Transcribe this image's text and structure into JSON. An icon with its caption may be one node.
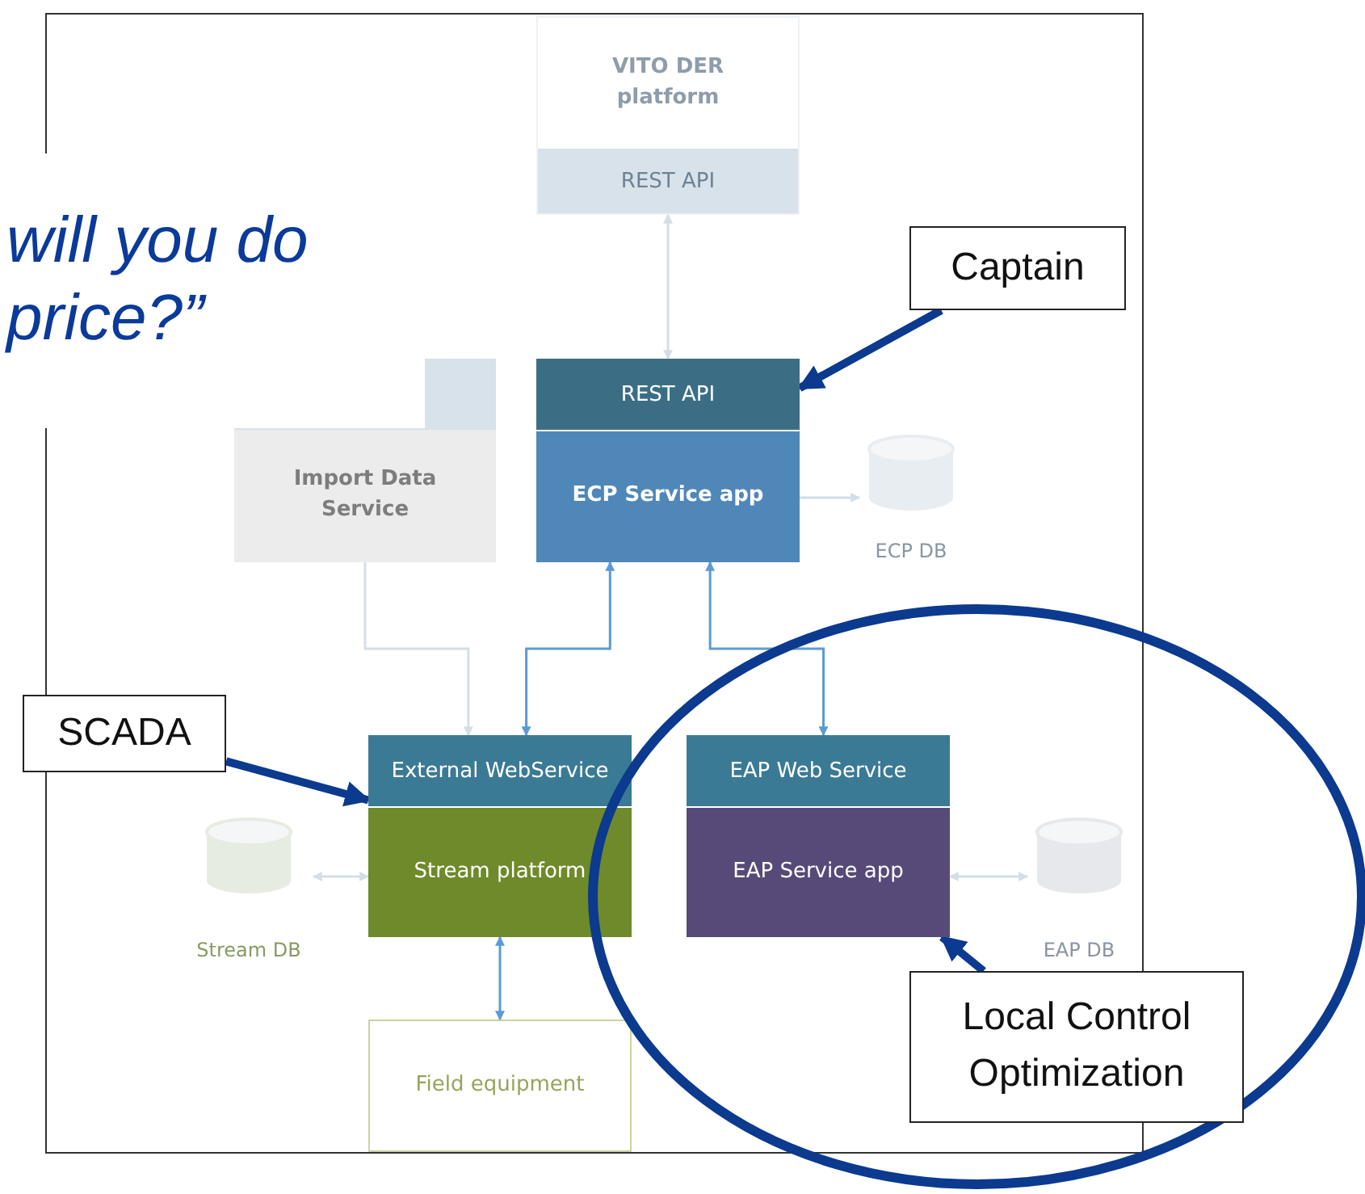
{
  "diagram": {
    "nodes": [
      {
        "text": [
          "VITO DER platform",
          "REST API"
        ]
      },
      {
        "text": [
          "Captain"
        ]
      },
      {
        "text": [
          "REST API",
          "ECP Service app"
        ]
      },
      {
        "text": [
          "ECP DB"
        ]
      },
      {
        "text": [
          "Import Data Service"
        ]
      },
      {
        "text": [
          "SCADA"
        ]
      },
      {
        "text": [
          "External WebService",
          "Stream platform"
        ]
      },
      {
        "text": [
          "Stream DB"
        ]
      },
      {
        "text": [
          "EAP Web Service",
          "EAP Service app"
        ]
      },
      {
        "text": [
          "EAP DB"
        ]
      },
      {
        "text": [
          "Field equipment"
        ]
      },
      {
        "text": [
          "Local Control Optimization"
        ]
      }
    ],
    "edges": [
      {
        "from": 0,
        "to": 2,
        "arrow": "both"
      },
      {
        "from": 1,
        "to": 2,
        "arrow": "to",
        "style": "thick",
        "color": "#0b3a8f"
      },
      {
        "from": 2,
        "to": 3,
        "arrow": "to"
      },
      {
        "from": 4,
        "to": 6,
        "arrow": "to"
      },
      {
        "from": 2,
        "to": 6,
        "arrow": "both",
        "color": "#5b9bd5"
      },
      {
        "from": 2,
        "to": 8,
        "arrow": "both",
        "color": "#5b9bd5"
      },
      {
        "from": 5,
        "to": 6,
        "arrow": "to",
        "style": "thick",
        "color": "#0b3a8f"
      },
      {
        "from": 7,
        "to": 6,
        "arrow": "both"
      },
      {
        "from": 8,
        "to": 9,
        "arrow": "both"
      },
      {
        "from": 6,
        "to": 10,
        "arrow": "both",
        "color": "#5b9bd5"
      },
      {
        "from": 11,
        "to": 8,
        "arrow": "to",
        "style": "thick",
        "color": "#0b3a8f"
      }
    ],
    "labels": [
      "will you do price?”"
    ]
  }
}
